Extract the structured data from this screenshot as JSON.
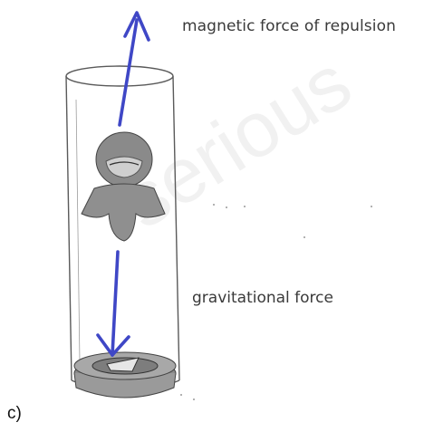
{
  "labels": {
    "top": "magnetic force of repulsion",
    "bottom": "gravitational force",
    "part": "c)"
  },
  "watermark": "serious",
  "colors": {
    "arrow": "#3f47c6",
    "pencil": "#5a5a5a",
    "fill": "#8a8a8a"
  }
}
